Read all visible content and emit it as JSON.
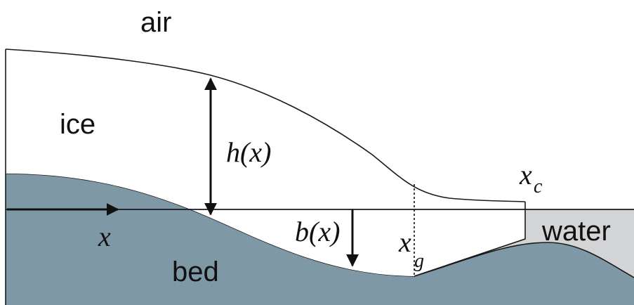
{
  "labels": {
    "air": "air",
    "ice": "ice",
    "water": "water",
    "bed": "bed",
    "h": "h(x)",
    "b": "b(x)",
    "x": "x",
    "xc_main": "x",
    "xc_sub": "c",
    "xg_main": "x",
    "xg_sub": "g"
  },
  "colors": {
    "bed": "#7f98a6",
    "water": "#d3d4d6",
    "ice": "#ffffff",
    "stroke": "#1a1a1a"
  }
}
